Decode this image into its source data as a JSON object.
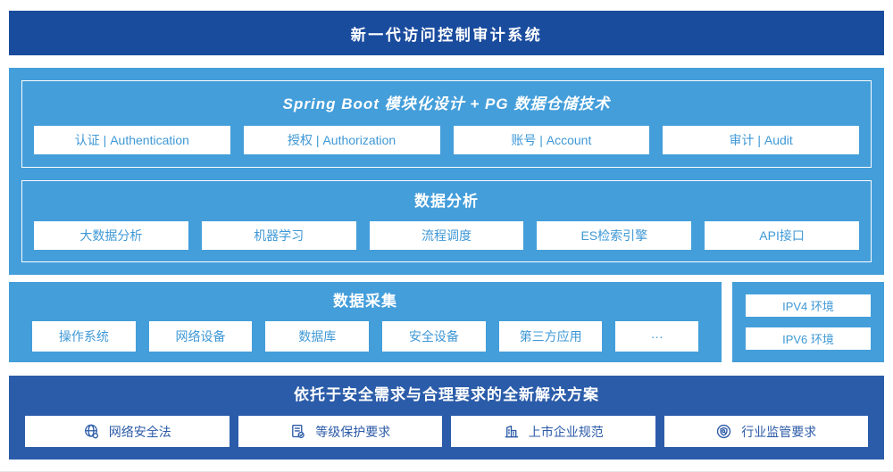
{
  "banner": {
    "title": "新一代访问控制审计系统"
  },
  "platform": {
    "spring": {
      "title": "Spring Boot 模块化设计 + PG 数据仓储技术",
      "modules": [
        "认证 | Authentication",
        "授权 | Authorization",
        "账号 | Account",
        "审计 | Audit"
      ]
    },
    "analysis": {
      "title": "数据分析",
      "modules": [
        "大数据分析",
        "机器学习",
        "流程调度",
        "ES检索引擎",
        "API接口"
      ]
    }
  },
  "collection": {
    "title": "数据采集",
    "modules": [
      "操作系统",
      "网络设备",
      "数据库",
      "安全设备",
      "第三方应用",
      "···"
    ]
  },
  "environments": {
    "items": [
      "IPV4 环境",
      "IPV6 环境"
    ]
  },
  "solution": {
    "title": "依托于安全需求与合理要求的全新解决方案",
    "items": [
      {
        "icon": "globe-icon",
        "label": "网络安全法"
      },
      {
        "icon": "document-check-icon",
        "label": "等级保护要求"
      },
      {
        "icon": "building-icon",
        "label": "上市企业规范"
      },
      {
        "icon": "shield-search-icon",
        "label": "行业监管要求"
      }
    ]
  },
  "colors": {
    "banner_navy": "#1A4C9E",
    "solution_navy": "#2B5CA9",
    "light_blue": "#449EDA",
    "cell_text_blue": "#3F98D6",
    "solution_text_blue": "#2B5AA7"
  }
}
